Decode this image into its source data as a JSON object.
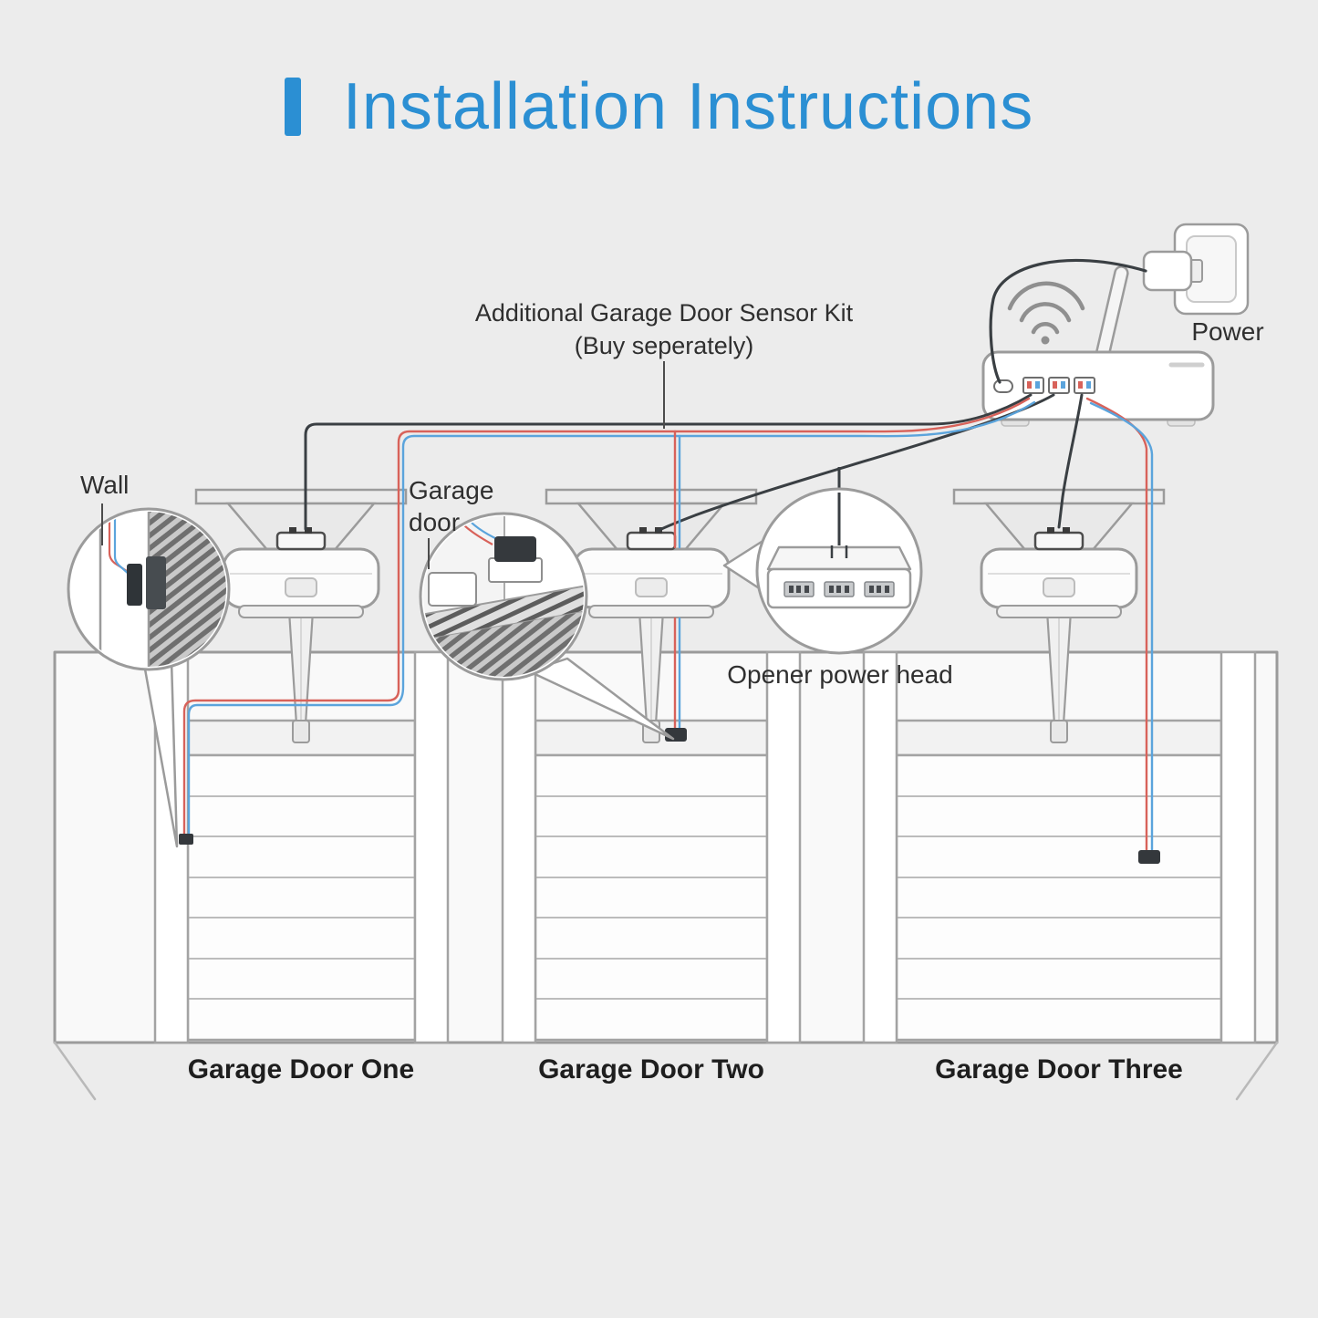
{
  "title": {
    "text": "Installation Instructions"
  },
  "callouts": {
    "sensor_kit": {
      "line1": "Additional Garage Door Sensor Kit",
      "line2": "(Buy seperately)"
    },
    "power": "Power",
    "wall": "Wall",
    "garage_door": {
      "line1": "Garage",
      "line2": "door"
    },
    "opener_power_head": "Opener power head"
  },
  "doors": [
    {
      "label": "Garage Door One"
    },
    {
      "label": "Garage Door Two"
    },
    {
      "label": "Garage Door Three"
    }
  ],
  "colors": {
    "accent_blue": "#2b8fd3",
    "background": "#ececec",
    "line_gray": "#9b9b9b",
    "wire_black": "#3a3f43",
    "wire_red": "#d8625a",
    "wire_blue": "#5ba4dc"
  },
  "icons": {
    "wifi": "wifi-icon",
    "antenna": "antenna-icon",
    "power_outlet": "power-outlet-icon",
    "power_adapter": "power-adapter-icon"
  }
}
